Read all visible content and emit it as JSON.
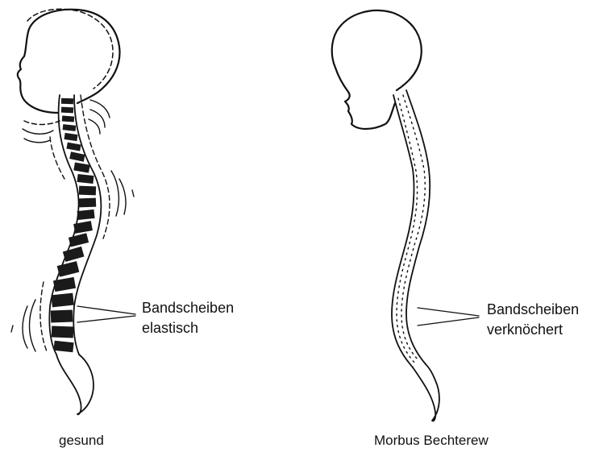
{
  "healthy": {
    "annotation_line1": "Bandscheiben",
    "annotation_line2": "elastisch",
    "caption": "gesund"
  },
  "bechterew": {
    "annotation_line1": "Bandscheiben",
    "annotation_line2": "verknöchert",
    "caption": "Morbus Bechterew"
  },
  "colors": {
    "ink": "#111111",
    "background": "#ffffff"
  }
}
